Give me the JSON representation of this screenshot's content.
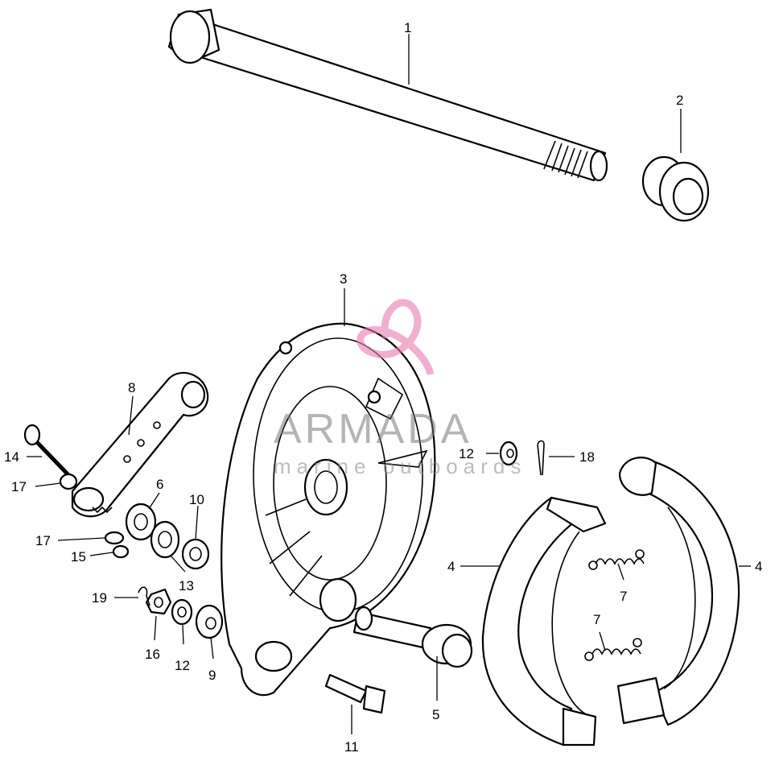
{
  "watermark": {
    "brand": "ARMADA",
    "tagline": "marine outboards",
    "color": "#e879b0"
  },
  "callouts": [
    {
      "id": "1",
      "label": "1"
    },
    {
      "id": "2",
      "label": "2"
    },
    {
      "id": "3",
      "label": "3"
    },
    {
      "id": "4a",
      "label": "4"
    },
    {
      "id": "4b",
      "label": "4"
    },
    {
      "id": "5",
      "label": "5"
    },
    {
      "id": "6",
      "label": "6"
    },
    {
      "id": "7a",
      "label": "7"
    },
    {
      "id": "7b",
      "label": "7"
    },
    {
      "id": "8",
      "label": "8"
    },
    {
      "id": "9",
      "label": "9"
    },
    {
      "id": "10",
      "label": "10"
    },
    {
      "id": "11",
      "label": "11"
    },
    {
      "id": "12a",
      "label": "12"
    },
    {
      "id": "12b",
      "label": "12"
    },
    {
      "id": "13",
      "label": "13"
    },
    {
      "id": "14",
      "label": "14"
    },
    {
      "id": "15",
      "label": "15"
    },
    {
      "id": "16",
      "label": "16"
    },
    {
      "id": "17a",
      "label": "17"
    },
    {
      "id": "17b",
      "label": "17"
    },
    {
      "id": "18",
      "label": "18"
    },
    {
      "id": "19",
      "label": "19"
    }
  ]
}
